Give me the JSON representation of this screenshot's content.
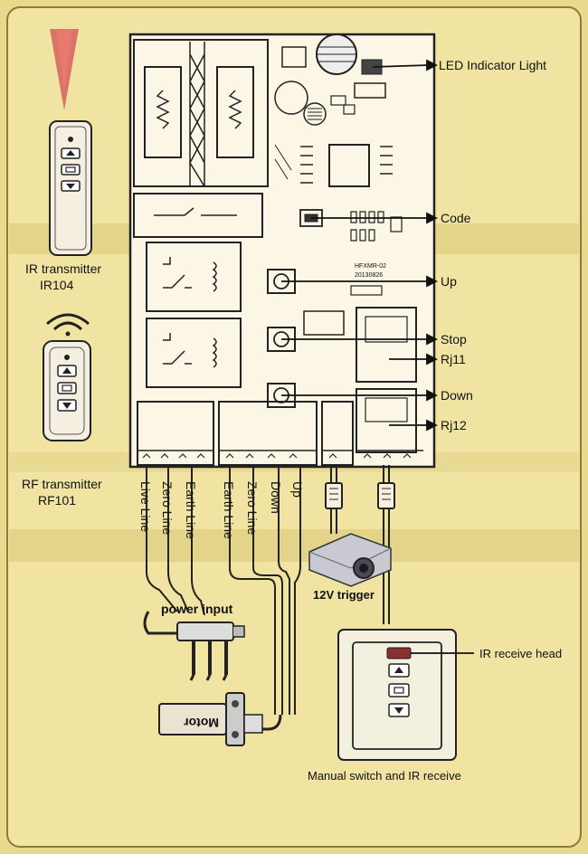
{
  "ir_transmitter": {
    "title": "IR transmitter",
    "model": "IR104"
  },
  "rf_transmitter": {
    "title": "RF transmitter",
    "model": "RF101"
  },
  "callouts": {
    "led": "LED Indicator  Light",
    "code": "Code",
    "up": "Up",
    "stop": "Stop",
    "rj11": "Rj11",
    "down": "Down",
    "rj12": "Rj12"
  },
  "board_marking": {
    "line1": "HFXMR-02",
    "line2": "20130826"
  },
  "wires": {
    "live": "Live Line",
    "zero": "Zero Line",
    "earth": "Earth Line",
    "motor_earth": "Earth Line",
    "motor_zero": "Zero Line",
    "motor_down": "Down",
    "motor_up": "Up"
  },
  "power_input": "power input",
  "motor": "Motor",
  "trigger": "12V trigger",
  "ir_receive_head": "IR receive head",
  "manual_switch": "Manual switch and IR receive",
  "colors": {
    "background": "#e9d98c",
    "panel": "#f1e4a2",
    "board": "#fbf6e6",
    "ink": "#111111",
    "led_red": "#8a2f2f"
  }
}
